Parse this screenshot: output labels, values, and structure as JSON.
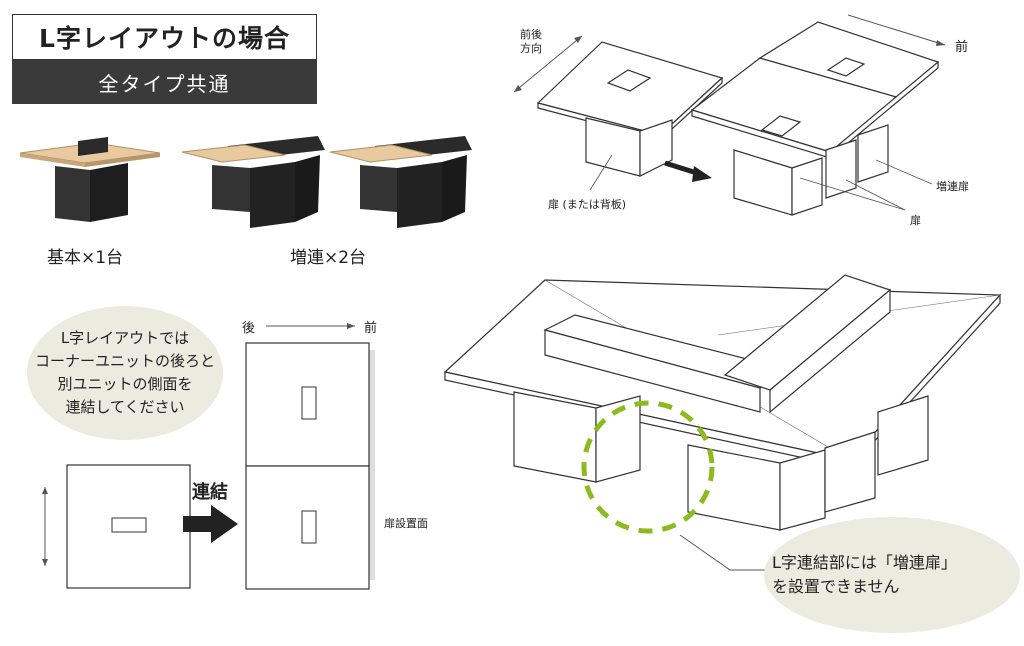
{
  "header": {
    "title": "L字レイアウトの場合",
    "subtitle": "全タイプ共通"
  },
  "products": [
    {
      "label": "基本×1台"
    },
    {
      "label": "増連×2台"
    }
  ],
  "top_diagram": {
    "direction_label": "前後\n方向",
    "front_label": "前",
    "door_or_back_label": "扉 (または背板)",
    "extension_door_label": "増連扉",
    "door_label": "扉"
  },
  "left_note": {
    "lines": [
      "L字レイアウトでは",
      "コーナーユニットの後ろと",
      "別ユニットの側面を",
      "連結してください"
    ]
  },
  "plan_diagram": {
    "back_label": "後",
    "front_label": "前",
    "connect_label": "連結",
    "door_face_label": "扉設置面"
  },
  "right_note": {
    "lines": [
      "L字連結部には「増連扉」",
      "を設置できません"
    ]
  },
  "colors": {
    "accent_green": "#8cbb1f",
    "bubble_bg": "#ebebdf",
    "dark_header": "#3a3a3a",
    "tabletop_wood": "#e8c9a0",
    "base_black": "#2a2a2a"
  }
}
